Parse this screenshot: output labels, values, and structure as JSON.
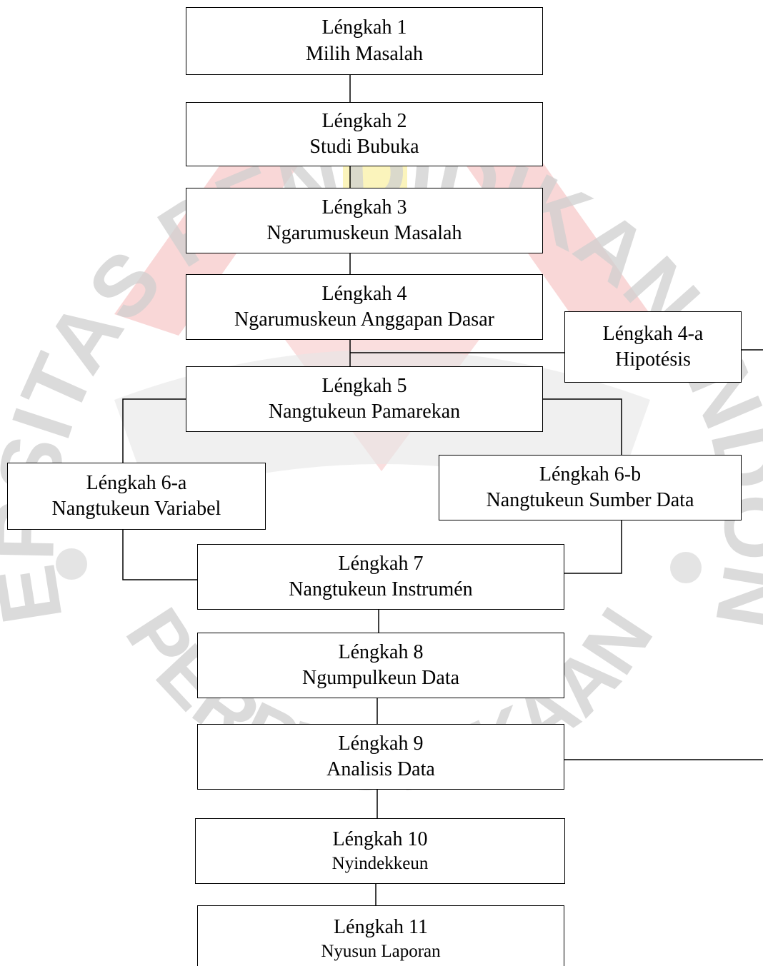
{
  "watermark": {
    "arc_text": "UNIVERSITAS PENDIDIKAN INDONESIA",
    "bottom_text": "PERPUSTAKAAN",
    "colors": {
      "text": "#c8c8c8",
      "accent": "#f4b6b6",
      "yellow": "#fbf3b5"
    }
  },
  "steps": {
    "s1": {
      "title": "Léngkah 1",
      "desc": "Milih Masalah"
    },
    "s2": {
      "title": "Léngkah 2",
      "desc": "Studi Bubuka"
    },
    "s3": {
      "title": "Léngkah 3",
      "desc": "Ngarumuskeun Masalah"
    },
    "s4": {
      "title": "Léngkah 4",
      "desc": "Ngarumuskeun Anggapan Dasar"
    },
    "s4a": {
      "title": "Léngkah 4-a",
      "desc": "Hipotésis"
    },
    "s5": {
      "title": "Léngkah 5",
      "desc": "Nangtukeun Pamarekan"
    },
    "s6a": {
      "title": "Léngkah 6-a",
      "desc": "Nangtukeun Variabel"
    },
    "s6b": {
      "title": "Léngkah 6-b",
      "desc": "Nangtukeun Sumber Data"
    },
    "s7": {
      "title": "Léngkah 7",
      "desc": "Nangtukeun Instrumén"
    },
    "s8": {
      "title": "Léngkah 8",
      "desc": "Ngumpulkeun Data"
    },
    "s9": {
      "title": "Léngkah 9",
      "desc": "Analisis Data"
    },
    "s10": {
      "title": "Léngkah 10",
      "desc": "Nyindekkeun"
    },
    "s11": {
      "title": "Léngkah 11",
      "desc": "Nyusun Laporan"
    }
  }
}
